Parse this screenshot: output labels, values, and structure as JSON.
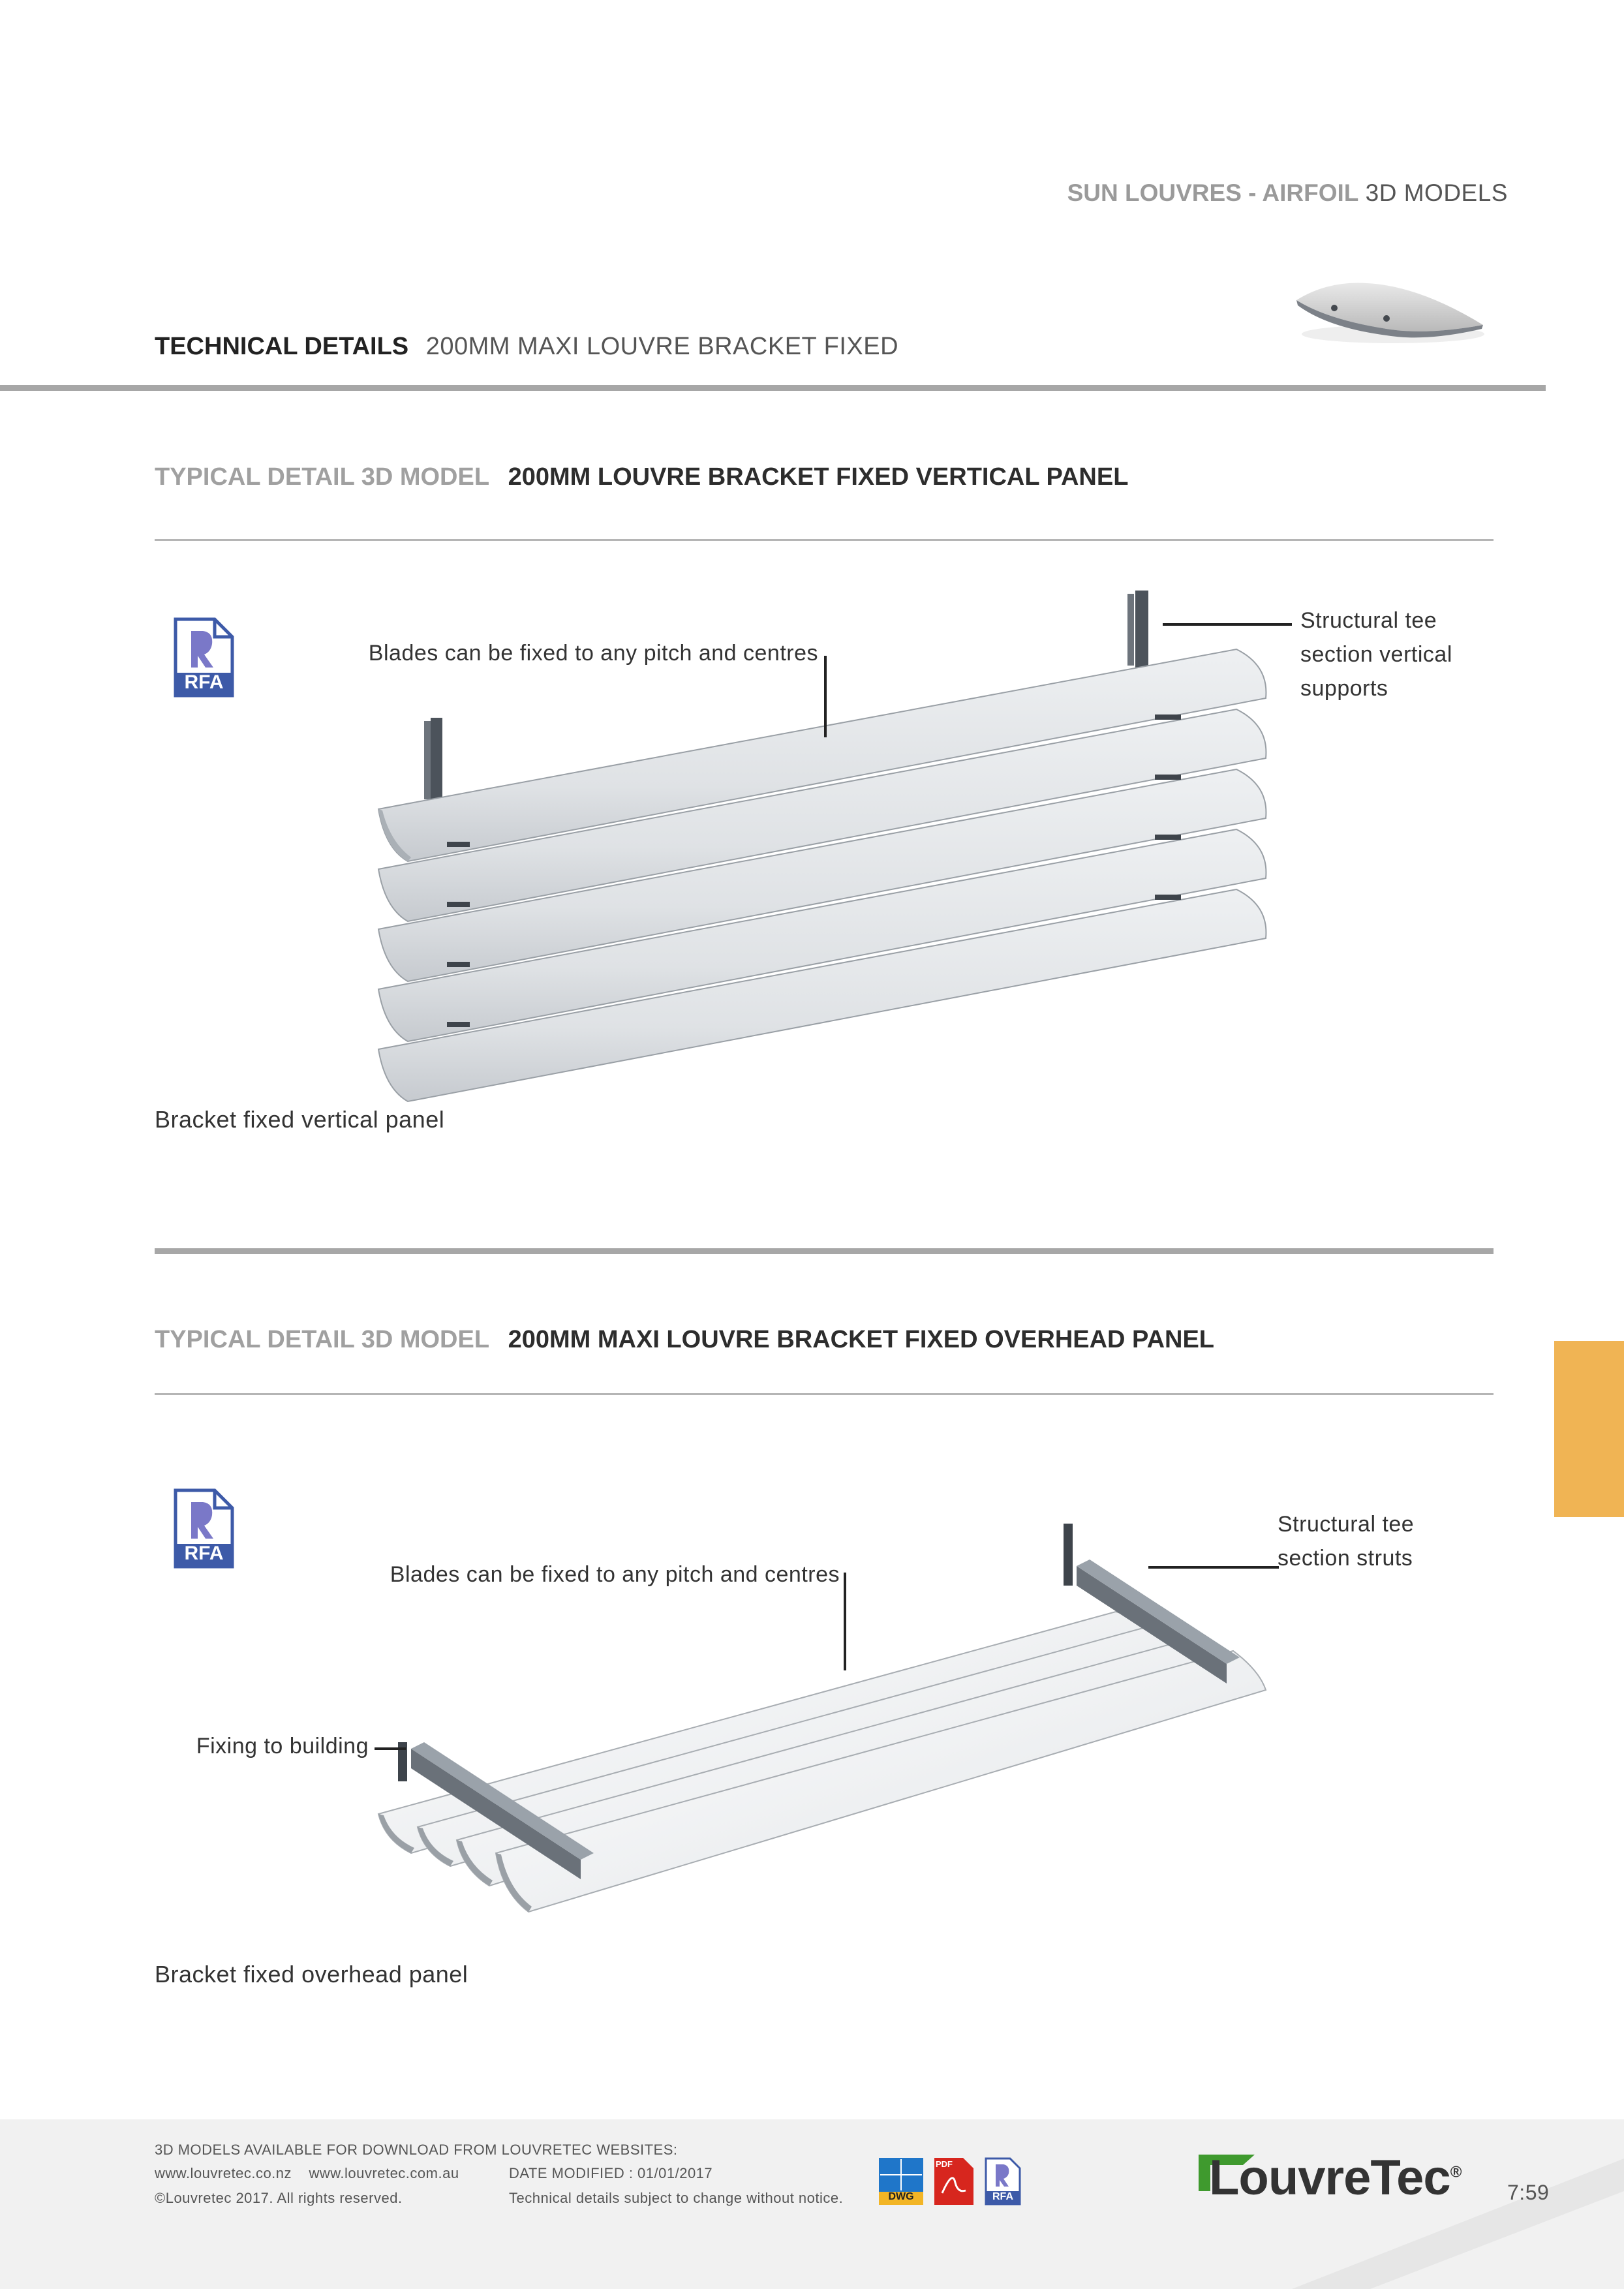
{
  "header": {
    "series_bold": "SUN LOUVRES - AIRFOIL",
    "series_light": "3D MODELS",
    "tech_label": "TECHNICAL DETAILS",
    "tech_value": "200MM MAXI LOUVRE BRACKET FIXED"
  },
  "section1": {
    "title_grey": "TYPICAL DETAIL 3D MODEL",
    "title_dark": "200MM LOUVRE BRACKET FIXED VERTICAL PANEL",
    "rfa_label": "RFA",
    "label_blades": "Blades can be fixed to any pitch and centres",
    "label_support_1": "Structural tee",
    "label_support_2": "section vertical",
    "label_support_3": "supports",
    "caption": "Bracket fixed vertical panel"
  },
  "section2": {
    "title_grey": "TYPICAL DETAIL 3D MODEL",
    "title_dark": "200MM MAXI LOUVRE BRACKET FIXED OVERHEAD PANEL",
    "rfa_label": "RFA",
    "label_struts_1": "Structural tee",
    "label_struts_2": "section struts",
    "label_blades": "Blades can be fixed to any pitch and centres",
    "label_fixing": "Fixing to building",
    "caption": "Bracket fixed overhead panel"
  },
  "footer": {
    "line1": "3D MODELS AVAILABLE FOR DOWNLOAD FROM LOUVRETEC WEBSITES:",
    "websites": "www.louvretec.co.nz    www.louvretec.com.au",
    "date_modified": "DATE MODIFIED : 01/01/2017",
    "copyright": "©Louvretec 2017. All rights reserved.",
    "disclaimer": "Technical details subject to change without notice.",
    "icon_dwg": "DWG",
    "icon_pdf": "PDF",
    "icon_rfa": "RFA",
    "brand": "LouvreTec",
    "brand_mark": "®",
    "page_number": "7:59"
  },
  "colors": {
    "accent_tab": "#f0b454",
    "rule": "#a7a7a7",
    "rfa_blue": "#3d5aa8",
    "brand_green": "#3f9a2e"
  },
  "icons": [
    "airfoil-blade-icon",
    "rfa-file-icon",
    "dwg-file-icon",
    "pdf-file-icon",
    "louvretec-logo"
  ]
}
